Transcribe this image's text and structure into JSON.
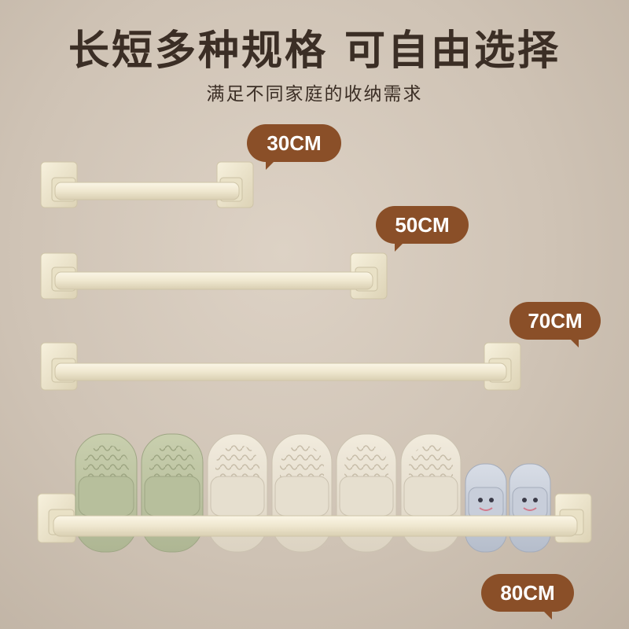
{
  "headline": "长短多种规格 可自由选择",
  "subheadline": "满足不同家庭的收纳需求",
  "size_labels": {
    "s30": "30CM",
    "s50": "50CM",
    "s70": "70CM",
    "s80": "80CM"
  },
  "colors": {
    "label_bubble": "#8a4f28",
    "rack": "#efe7cf",
    "wall": "#d6cabc",
    "headline_text": "#3b2e25"
  }
}
